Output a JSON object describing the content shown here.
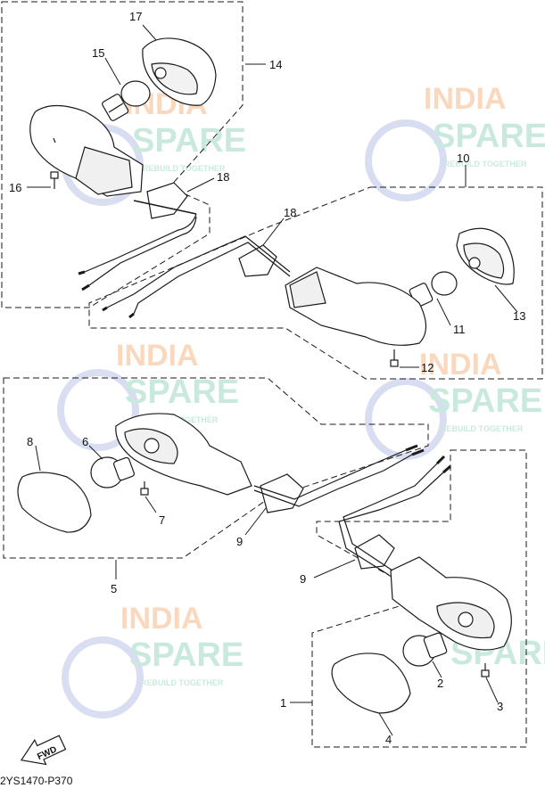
{
  "diagram": {
    "reference_code": "2YS1470-P370",
    "fwd_label": "FWD",
    "callouts": [
      {
        "id": "c1",
        "text": "1"
      },
      {
        "id": "c2",
        "text": "2"
      },
      {
        "id": "c3",
        "text": "3"
      },
      {
        "id": "c4",
        "text": "4"
      },
      {
        "id": "c5",
        "text": "5"
      },
      {
        "id": "c6",
        "text": "6"
      },
      {
        "id": "c7",
        "text": "7"
      },
      {
        "id": "c8",
        "text": "8"
      },
      {
        "id": "c9a",
        "text": "9"
      },
      {
        "id": "c9b",
        "text": "9"
      },
      {
        "id": "c10",
        "text": "10"
      },
      {
        "id": "c11",
        "text": "11"
      },
      {
        "id": "c12",
        "text": "12"
      },
      {
        "id": "c13",
        "text": "13"
      },
      {
        "id": "c14",
        "text": "14"
      },
      {
        "id": "c15",
        "text": "15"
      },
      {
        "id": "c16",
        "text": "16"
      },
      {
        "id": "c17",
        "text": "17"
      },
      {
        "id": "c18a",
        "text": "18"
      },
      {
        "id": "c18b",
        "text": "18"
      }
    ]
  },
  "watermark": {
    "line1": "INDIA",
    "line2": "SPARE",
    "tagline": "REBUILD TOGETHER",
    "color_primary": "#f6b98a",
    "color_secondary": "#9fd8c4",
    "color_icon": "#b9c3e6"
  },
  "colors": {
    "line": "#1a1a1a",
    "part_fill": "#ffffff",
    "shade": "#d9d9d9"
  }
}
